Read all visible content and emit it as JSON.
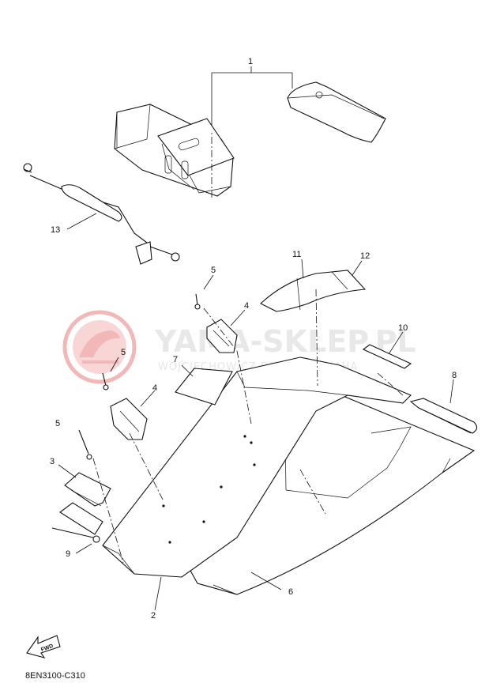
{
  "watermark": {
    "title": "YAMA-SKLEP.PL",
    "subtitle": "WOJCIECHOWICZ DEALER YAMAHA",
    "logo_color": "#f2b7b7",
    "text_color": "#e6e6e6"
  },
  "callouts": {
    "c1": "1",
    "c2": "2",
    "c3": "3",
    "c4a": "4",
    "c4b": "4",
    "c5a": "5",
    "c5b": "5",
    "c5c": "5",
    "c6": "6",
    "c7": "7",
    "c8": "8",
    "c9": "9",
    "c10": "10",
    "c11": "11",
    "c12": "12",
    "c13": "13"
  },
  "fwd_label": "FWD",
  "diagram_code": "8EN3100-C310",
  "line_color": "#111111"
}
